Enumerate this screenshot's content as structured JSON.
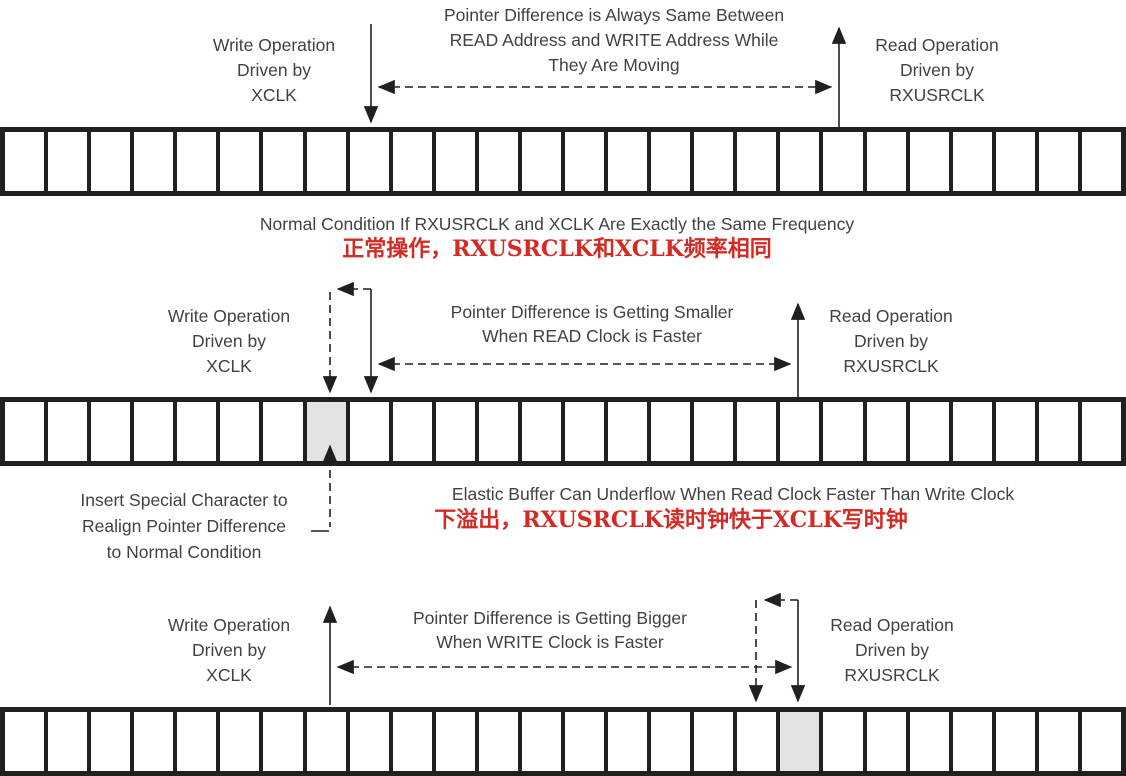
{
  "figure": {
    "topic": "Elastic buffer read/write pointer behavior",
    "colors": {
      "line": "#231f20",
      "text": "#424243",
      "highlight_cell": "#e3e3e6",
      "caption_red": "#d32b24"
    },
    "sections": {
      "top": {
        "write_label": [
          "Write Operation",
          "Driven by",
          "XCLK"
        ],
        "pointer_note": [
          "Pointer Difference is Always Same Between",
          "READ Address and WRITE Address While",
          "They Are Moving"
        ],
        "read_label": [
          "Read Operation",
          "Driven by",
          "RXUSRCLK"
        ],
        "caption_en": "Normal Condition If RXUSRCLK and XCLK Are Exactly the Same Frequency",
        "caption_zh": "正常操作，RXUSRCLK和XCLK频率相同"
      },
      "middle": {
        "write_label": [
          "Write Operation",
          "Driven by",
          "XCLK"
        ],
        "pointer_note": [
          "Pointer Difference is Getting Smaller",
          "When READ Clock is Faster"
        ],
        "read_label": [
          "Read Operation",
          "Driven by",
          "RXUSRCLK"
        ],
        "insert_note": [
          "Insert Special Character to",
          "Realign Pointer Difference",
          "to Normal Condition"
        ],
        "caption_en": "Elastic Buffer Can Underflow When Read Clock Faster Than Write Clock",
        "caption_zh": "下溢出，RXUSRCLK读时钟快于XCLK写时钟"
      },
      "bottom": {
        "write_label": [
          "Write Operation",
          "Driven by",
          "XCLK"
        ],
        "pointer_note": [
          "Pointer Difference is Getting Bigger",
          "When WRITE Clock is Faster"
        ],
        "read_label": [
          "Read Operation",
          "Driven by",
          "RXUSRCLK"
        ]
      }
    },
    "buffers": {
      "strips": [
        {
          "name": "top",
          "cells": 26,
          "highlight": null
        },
        {
          "name": "middle",
          "cells": 26,
          "highlight": 7
        },
        {
          "name": "bottom",
          "cells": 26,
          "highlight": 18
        }
      ]
    }
  }
}
